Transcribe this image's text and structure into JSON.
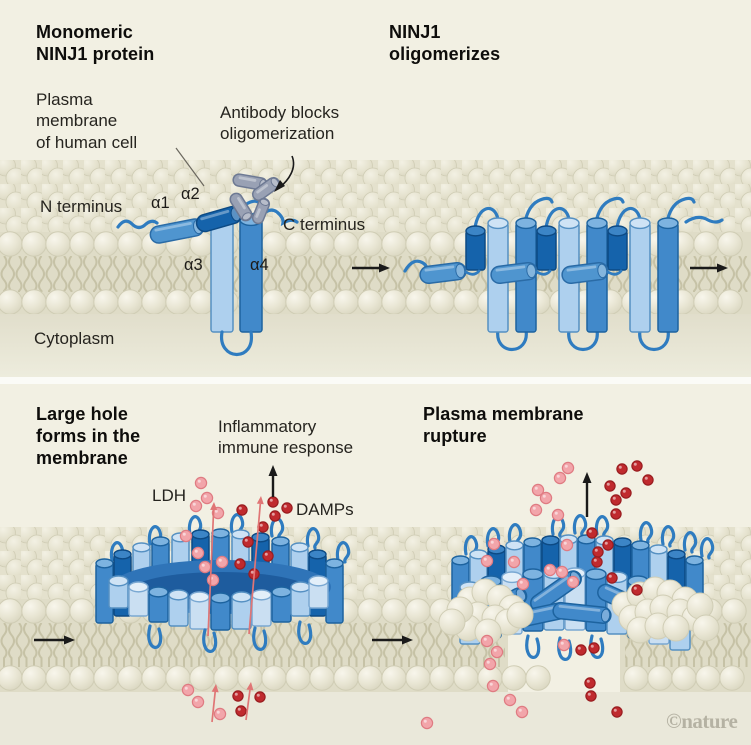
{
  "panel1": {
    "heading": "Monomeric\nNINJ1 protein",
    "oligomer_heading": "NINJ1\noligomerizes",
    "membrane_label": "Plasma\nmembrane\nof human cell",
    "antibody_label": "Antibody blocks\noligomerization",
    "n_terminus": "N terminus",
    "c_terminus": "C terminus",
    "helix1": "α1",
    "helix2": "α2",
    "helix3": "α3",
    "helix4": "α4",
    "cytoplasm": "Cytoplasm"
  },
  "panel2": {
    "hole_heading": "Large hole\nforms in the\nmembrane",
    "immune_label": "Inflammatory\nimmune response",
    "ldh_label": "LDH",
    "damps_label": "DAMPs",
    "rupture_heading": "Plasma membrane\nrupture",
    "credit": "©nature"
  },
  "colors": {
    "bg": "#f2f0e3",
    "membrane_base": "#e4e1cd",
    "cross_base": "#dfdcc7",
    "membrane_outline": "#d0cdb5",
    "tails": "#c6c2a6",
    "cytoplasm_top": "#e1decb",
    "cytoplasm_bottom": "#edecdd",
    "below_membrane": "#eae8da",
    "blue_light": "#aed0ee",
    "blue_light_stroke": "#5590c2",
    "blue_light_cap": "#cfe3f5",
    "blue_pale": "#cadff2",
    "blue_pale_stroke": "#7aa8d2",
    "blue_pale_cap": "#e3eff9",
    "blue_mid": "#4189ca",
    "blue_mid_stroke": "#1d639f",
    "blue_mid_cap": "#7db3e0",
    "blue_dark": "#1563ab",
    "blue_dark_stroke": "#0d4a84",
    "blue_dark_cap": "#3c85c6",
    "alpha1_blue": "#4f95cf",
    "alpha1_stroke": "#2a6ba6",
    "loop_blue": "#2f7cc0",
    "bowl": "#2f74b8",
    "bowl_dark": "#1e5c9e",
    "antibody_gray": "#99a1b4",
    "antibody_stroke": "#6d7993",
    "ldh_pink": "#f2a5aa",
    "ldh_stroke": "#df7b82",
    "damps_red": "#c02a2e",
    "damps_stroke": "#991d20",
    "red_arrow": "#e07575",
    "ink": "#1a1a1a",
    "pointer": "#5a5а55",
    "credit_gray": "#b5b2a3"
  }
}
